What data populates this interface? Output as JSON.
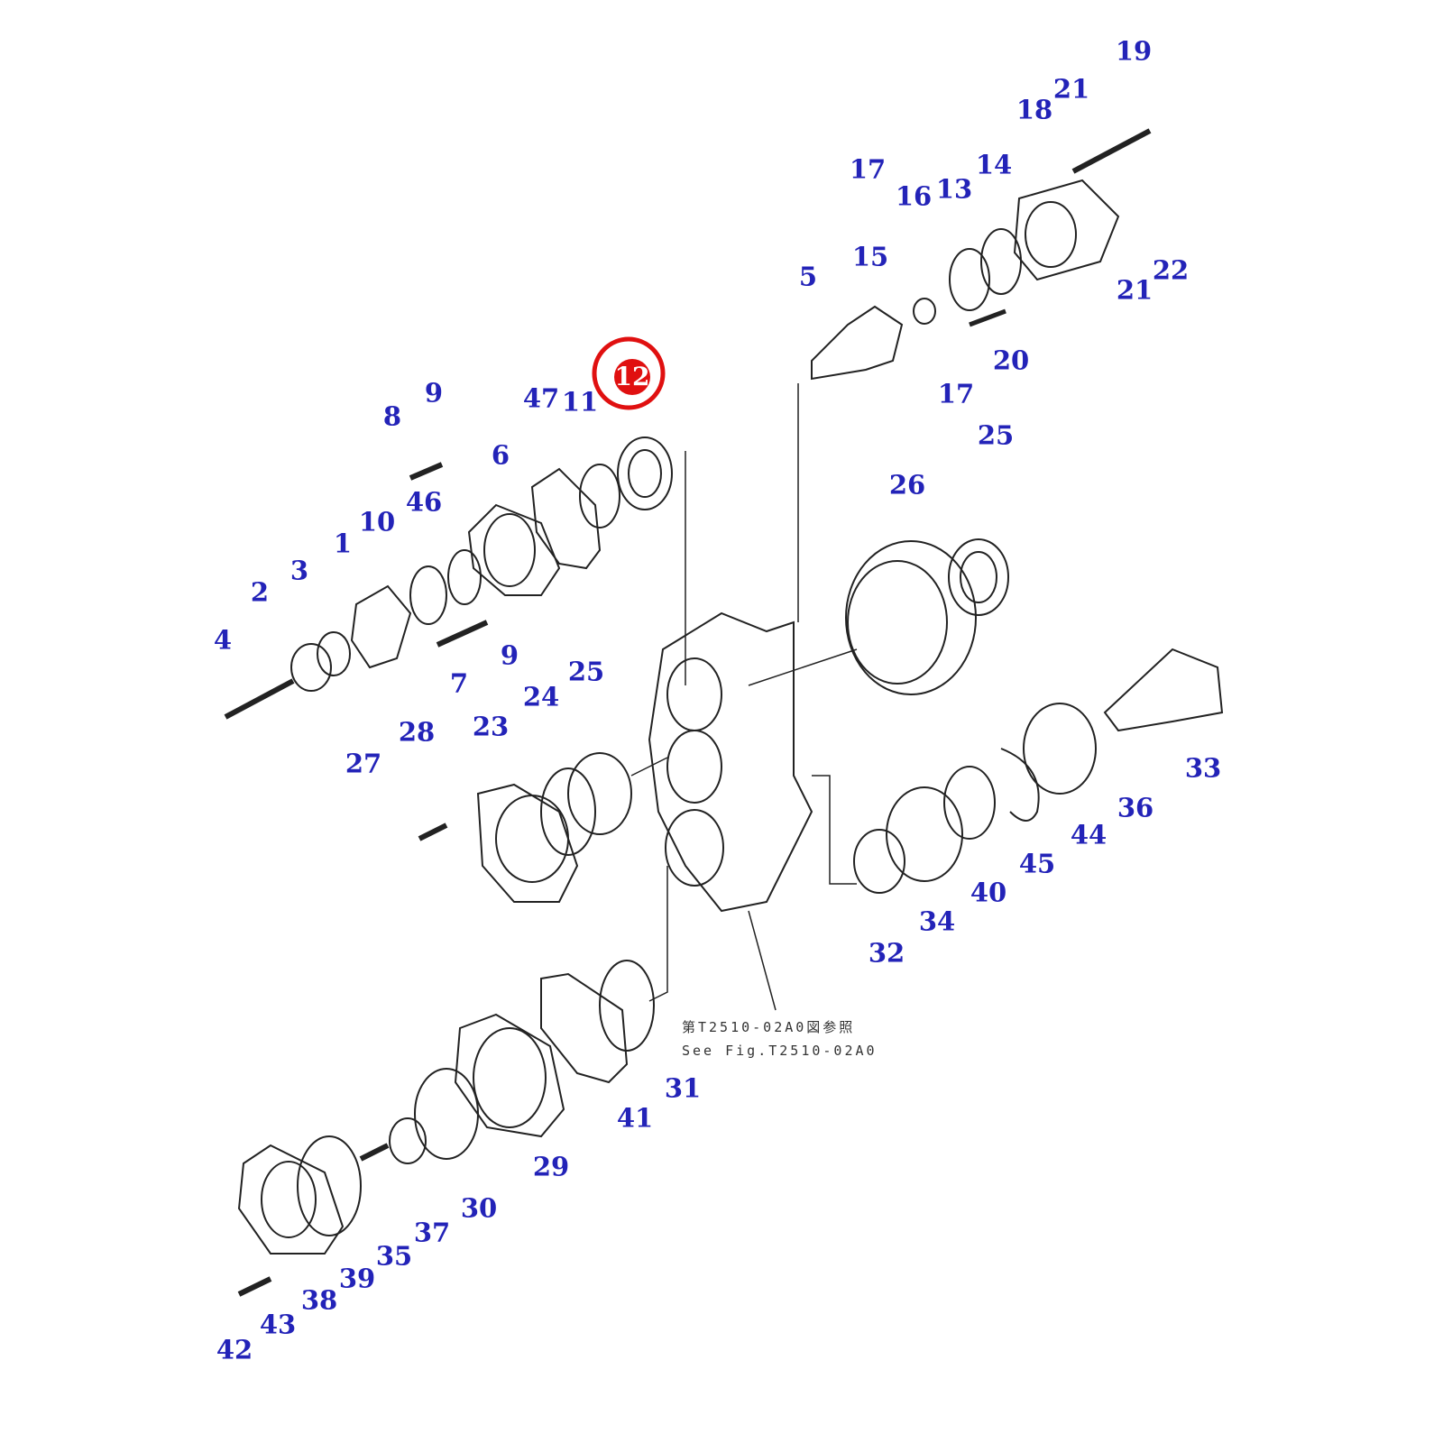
{
  "diagram": {
    "highlighted_part": "12",
    "highlight_color": "#e01010",
    "label_color": "#2323b8",
    "part_labels": [
      "19",
      "21",
      "18",
      "17",
      "14",
      "16",
      "13",
      "15",
      "5",
      "21",
      "22",
      "20",
      "17",
      "12",
      "9",
      "8",
      "47",
      "11",
      "6",
      "46",
      "10",
      "1",
      "3",
      "2",
      "4",
      "7",
      "9",
      "25",
      "26",
      "25",
      "24",
      "23",
      "28",
      "27",
      "33",
      "36",
      "44",
      "45",
      "40",
      "34",
      "32",
      "31",
      "41",
      "29",
      "30",
      "37",
      "35",
      "39",
      "38",
      "43",
      "42"
    ],
    "note": {
      "line1": "第T2510-02A0図参照",
      "line2": "See Fig.T2510-02A0"
    }
  }
}
